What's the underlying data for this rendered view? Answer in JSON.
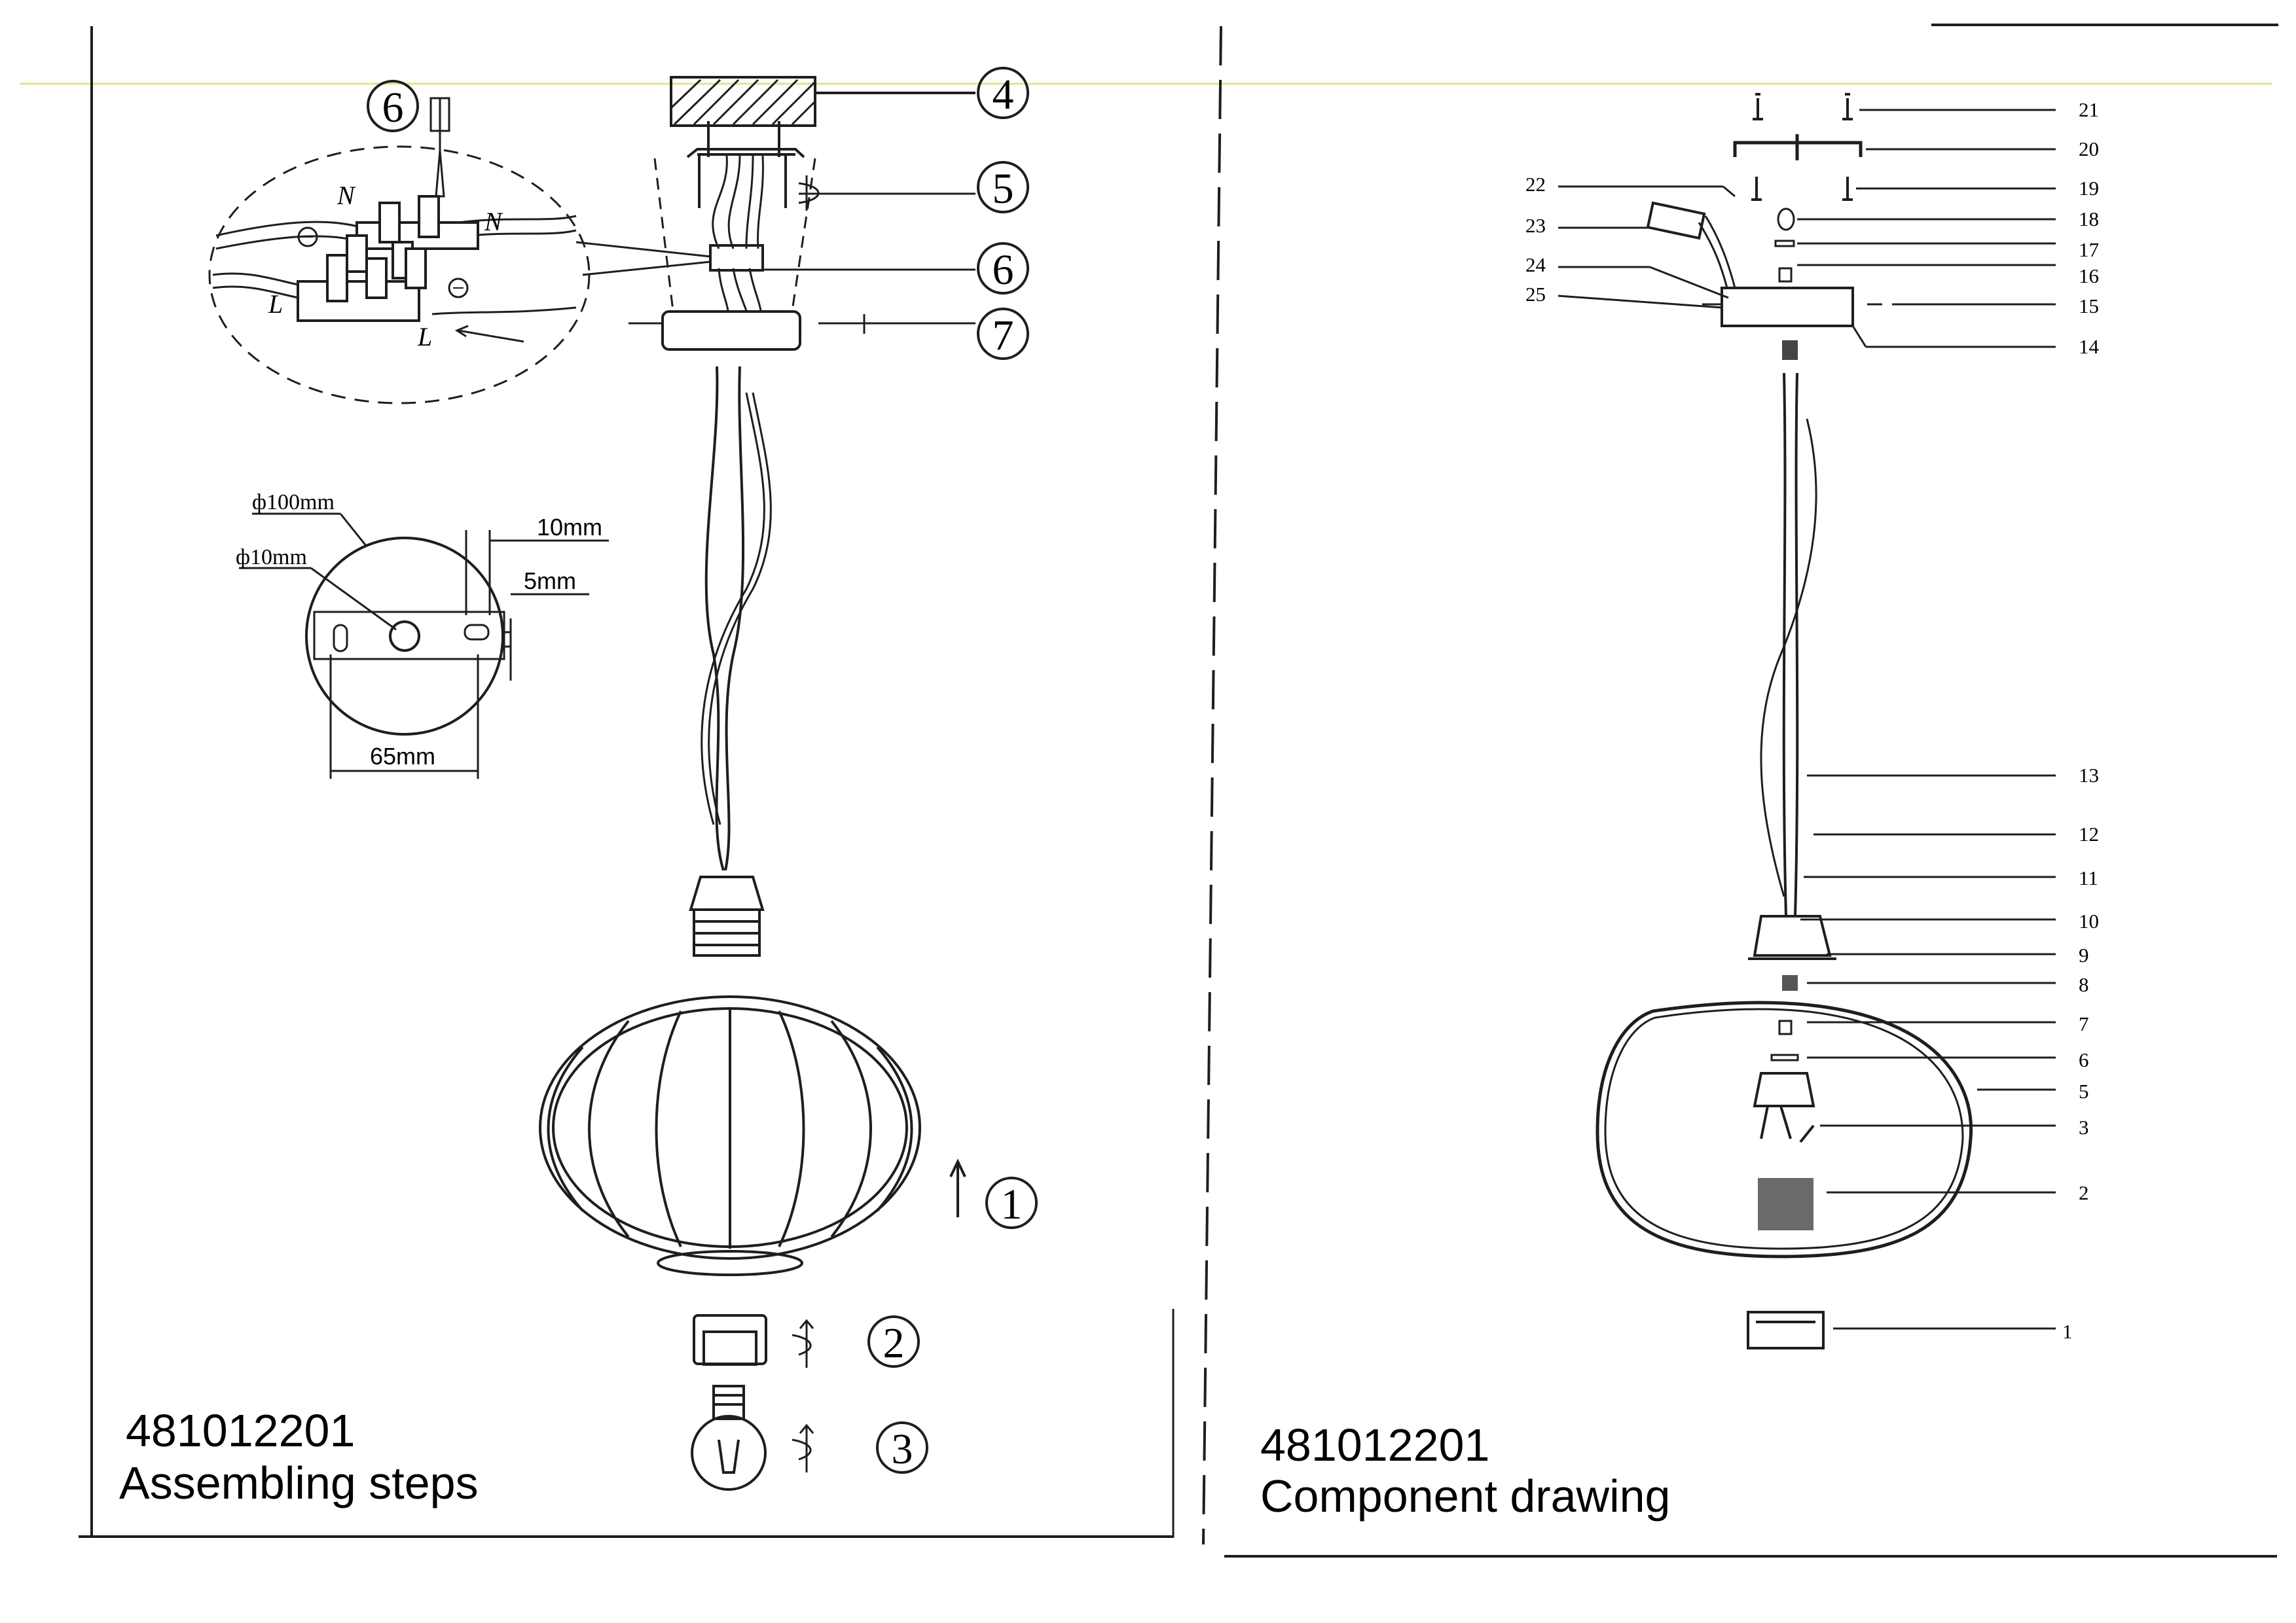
{
  "left_panel": {
    "code": "481012201",
    "caption": "Assembling steps",
    "steps": [
      "1",
      "2",
      "3",
      "4",
      "5",
      "6",
      "7"
    ],
    "dimensions": {
      "canopy_diameter": "ф100mm",
      "hole_diameter": "ф10mm",
      "slot_offset": "10mm",
      "slot_width": "5mm",
      "hole_spacing": "65mm"
    },
    "wire_labels": [
      "N",
      "N",
      "L",
      "L"
    ]
  },
  "right_panel": {
    "code": "481012201",
    "caption": "Component drawing",
    "parts": [
      "1",
      "2",
      "3",
      "5",
      "6",
      "7",
      "8",
      "9",
      "10",
      "11",
      "12",
      "13",
      "14",
      "15",
      "16",
      "17",
      "18",
      "19",
      "20",
      "21",
      "22",
      "23",
      "24",
      "25"
    ]
  },
  "colors": {
    "ink": "#1e1e1e",
    "fold_line": "#e6e28a"
  }
}
